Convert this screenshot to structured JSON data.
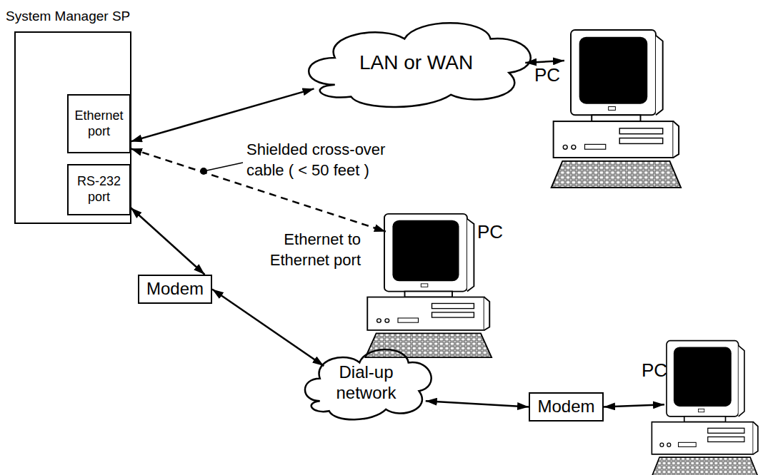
{
  "diagram": {
    "nodes": [
      {
        "text": [
          "System Manager SP"
        ]
      },
      {
        "text": [
          "Ethernet port"
        ],
        "in": 0
      },
      {
        "text": [
          "RS-232 port"
        ],
        "in": 0
      },
      {
        "text": [
          "LAN or WAN"
        ]
      },
      {
        "text": [
          "PC"
        ]
      },
      {
        "text": [
          "PC"
        ]
      },
      {
        "text": [
          "Modem"
        ]
      },
      {
        "text": [
          "Dial-up network"
        ]
      },
      {
        "text": [
          "Modem"
        ]
      },
      {
        "text": [
          "PC"
        ]
      }
    ],
    "edges": [
      {
        "from": 1,
        "to": 3,
        "arrow": "both"
      },
      {
        "from": 3,
        "to": 4,
        "arrow": "both"
      },
      {
        "from": 1,
        "to": 5,
        "arrow": "both"
      },
      {
        "from": 2,
        "to": 6,
        "arrow": "both"
      },
      {
        "from": 6,
        "to": 7,
        "arrow": "both"
      },
      {
        "from": 7,
        "to": 8,
        "arrow": "both"
      },
      {
        "from": 8,
        "to": 9,
        "arrow": "both"
      }
    ],
    "labels": [
      "Shielded cross-over cable ( < 50 feet )",
      "Ethernet to Ethernet port"
    ]
  }
}
